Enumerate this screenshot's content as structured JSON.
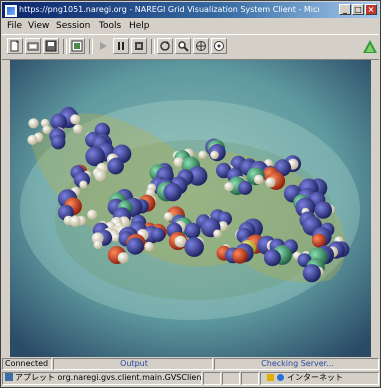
{
  "window": {
    "title": "https://png1051.naregi.org - NAREGI Grid Visualization System Client - Microsoft Intern...",
    "minimize": "_",
    "maximize": "□",
    "close": "×"
  },
  "menu": {
    "items": [
      {
        "label": "File"
      },
      {
        "label": "View"
      },
      {
        "label": "Session"
      },
      {
        "label": "Tools"
      },
      {
        "label": "Help"
      }
    ]
  },
  "toolbar": {
    "icons": [
      "new-file-icon",
      "open-icon",
      "save-icon",
      "export-icon",
      "play-icon",
      "pause-icon",
      "stop-icon",
      "rotate-icon",
      "zoom-icon",
      "move-icon",
      "reset-view-icon",
      "naregi-logo-icon"
    ]
  },
  "status": {
    "connection": "Connected",
    "output": "Output",
    "server": "Checking Server..."
  },
  "ie_status": {
    "applet": "アプレット org.naregi.gvs.client.main.GVSClient sta",
    "zone": "インターネット"
  },
  "colors": {
    "title_start": "#0a246a",
    "title_end": "#a6caf0",
    "viewport_bg": "#1a2a44",
    "surface": "#6aa0a0",
    "atom_carbon": "#2a2e8a",
    "atom_oxygen": "#c83a1a",
    "atom_hydrogen": "#f2eccc",
    "atom_nitrogen": "#3a8a66",
    "atom_sulfur": "#e0d23a"
  }
}
